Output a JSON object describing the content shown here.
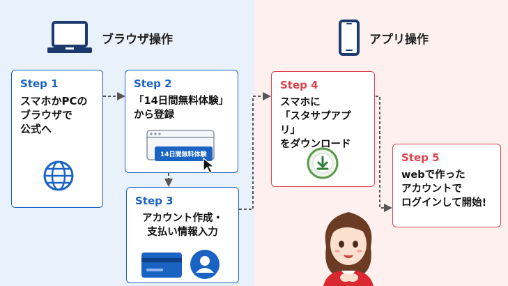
{
  "left_section": {
    "title": "ブラウザ操作",
    "icon": "laptop-icon"
  },
  "right_section": {
    "title": "アプリ操作",
    "icon": "smartphone-icon"
  },
  "steps": [
    {
      "label": "Step 1",
      "text": "スマホかPCの\nブラウザで\n公式へ",
      "icon": "globe-icon"
    },
    {
      "label": "Step 2",
      "text": "「14日間無料体験」\nから登録",
      "button_text": "14日間無料体験",
      "icon": "browser-window-icon"
    },
    {
      "label": "Step 3",
      "text": "アカウント作成・\n支払い情報入力",
      "icon": "credit-card-icon"
    },
    {
      "label": "Step 4",
      "text": "スマホに\n「スタサプアプリ」\nをダウンロード",
      "icon": "download-icon"
    },
    {
      "label": "Step 5",
      "text": "webで作った\nアカウントで\nログインして開始!"
    }
  ],
  "colors": {
    "blue_accent": "#1a63c2",
    "red_accent": "#e0424c",
    "left_bg": "#e9f1fa",
    "right_bg": "#fdf0ef"
  }
}
